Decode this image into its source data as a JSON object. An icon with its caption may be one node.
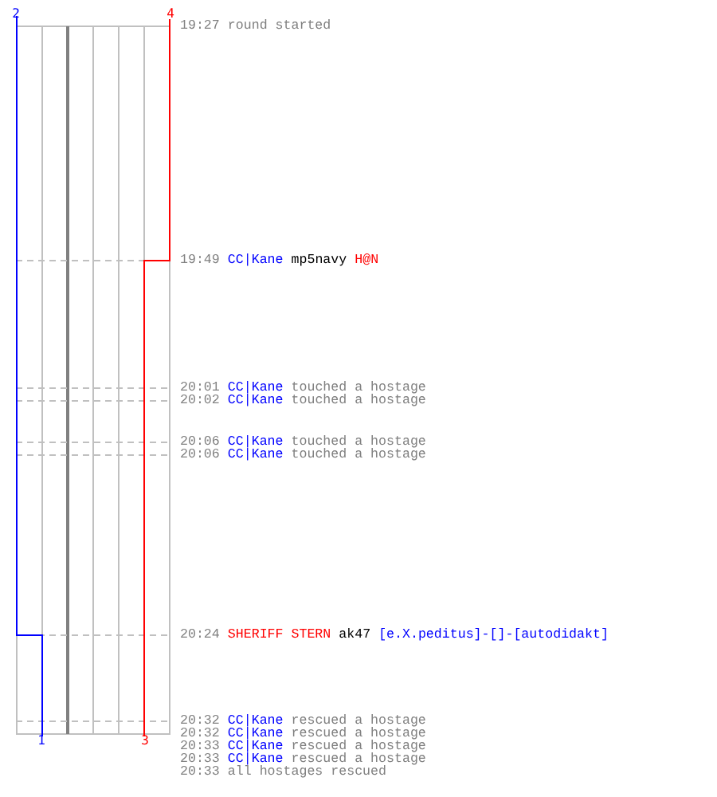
{
  "diagram": {
    "labels": [
      "2",
      "4",
      "19:27",
      "round started",
      "19:49",
      "CC|Kane",
      "mp5navy",
      "H@N",
      "20:01",
      "CC|Kane",
      "touched a hostage",
      "20:02",
      "CC|Kane",
      "touched a hostage",
      "20:06",
      "CC|Kane",
      "touched a hostage",
      "20:06",
      "CC|Kane",
      "touched a hostage",
      "20:24",
      "SHERIFF STERN",
      "ak47",
      "[e.X.peditus]-[]-[autodidakt]",
      "20:32",
      "CC|Kane",
      "rescued a hostage",
      "20:32",
      "CC|Kane",
      "rescued a hostage",
      "20:33",
      "CC|Kane",
      "rescued a hostage",
      "20:33",
      "CC|Kane",
      "rescued a hostage",
      "20:33",
      "all hostages rescued",
      "1",
      "3"
    ]
  }
}
